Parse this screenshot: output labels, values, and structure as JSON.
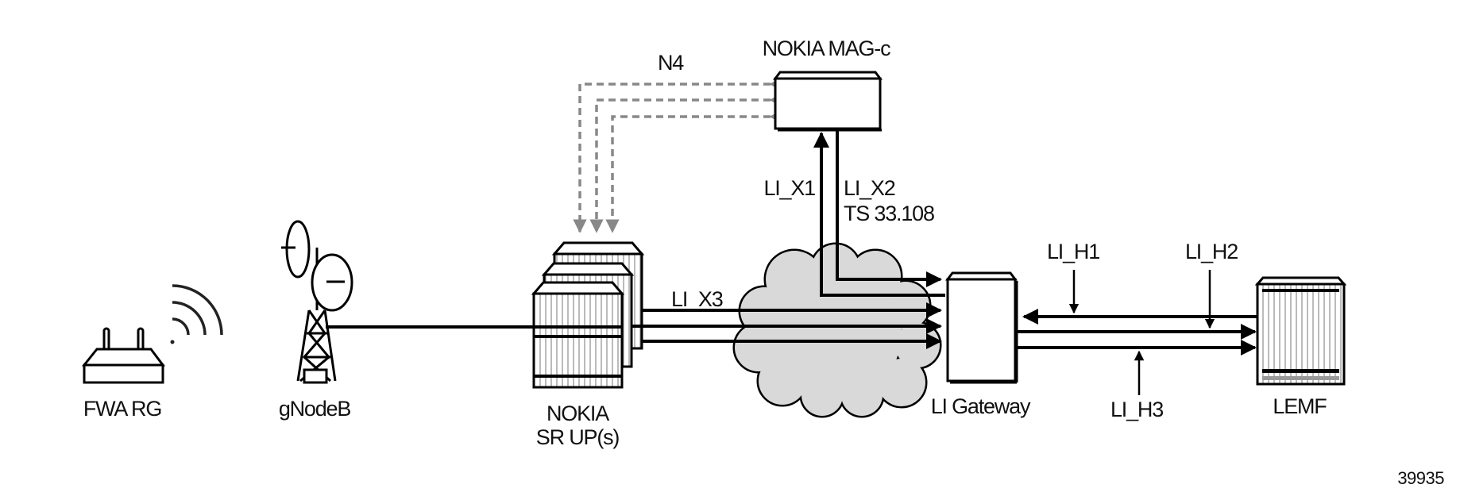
{
  "diagram": {
    "nodes": {
      "fwa_rg": "FWA RG",
      "gnodeb": "gNodeB",
      "sr_up_line1": "NOKIA",
      "sr_up_line2": "SR UP(s)",
      "mag_c": "NOKIA MAG-c",
      "li_gateway": "LI Gateway",
      "lemf": "LEMF"
    },
    "interfaces": {
      "n4": "N4",
      "li_x1": "LI_X1",
      "li_x2": "LI_X2",
      "ts": "TS 33.108",
      "li_x3": "LI_X3",
      "li_h1": "LI_H1",
      "li_h2": "LI_H2",
      "li_h3": "LI_H3"
    },
    "figure_id": "39935",
    "colors": {
      "line": "#000000",
      "n4_dashed": "#888888",
      "cloud": "#d9d9d9"
    }
  }
}
